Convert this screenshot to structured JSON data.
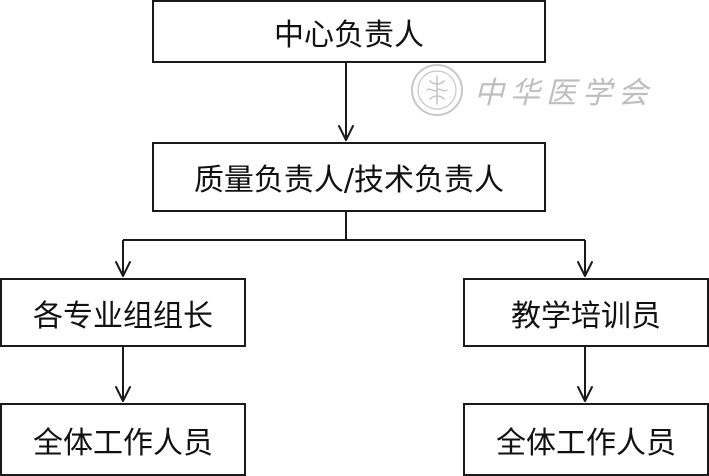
{
  "org_chart": {
    "center_head": "中心负责人",
    "quality_technical_head": "质量负责人/技术负责人",
    "specialty_group_leaders": "各专业组组长",
    "teaching_trainer": "教学培训员",
    "all_staff_left": "全体工作人员",
    "all_staff_right": "全体工作人员"
  },
  "watermark": {
    "text": "中华医学会",
    "seal_icon": "society-seal-icon",
    "color": "#8a8a8a"
  },
  "colors": {
    "box_border": "#1a1a1a",
    "line": "#1a1a1a",
    "text": "#111111"
  }
}
